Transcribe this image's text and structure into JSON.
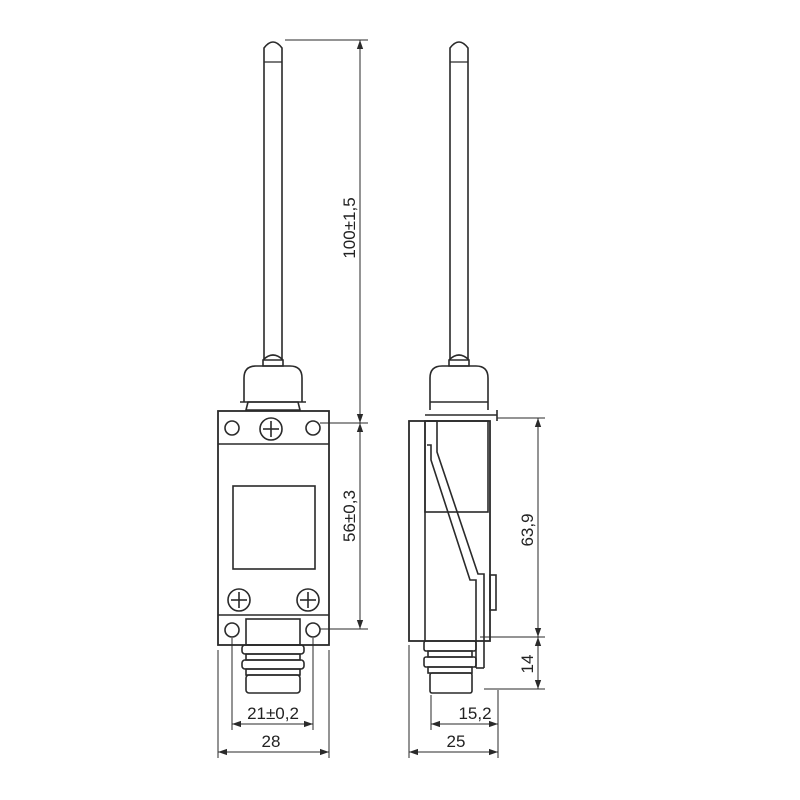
{
  "dimensions": {
    "actuator_length": "100±1,5",
    "body_height": "56±0,3",
    "side_height": "63,9",
    "plunger_height": "14",
    "mount_spacing": "21±0,2",
    "body_width": "28",
    "side_offset": "15,2",
    "side_width": "25"
  },
  "colors": {
    "line": "#2a2a2a",
    "background": "#ffffff"
  }
}
